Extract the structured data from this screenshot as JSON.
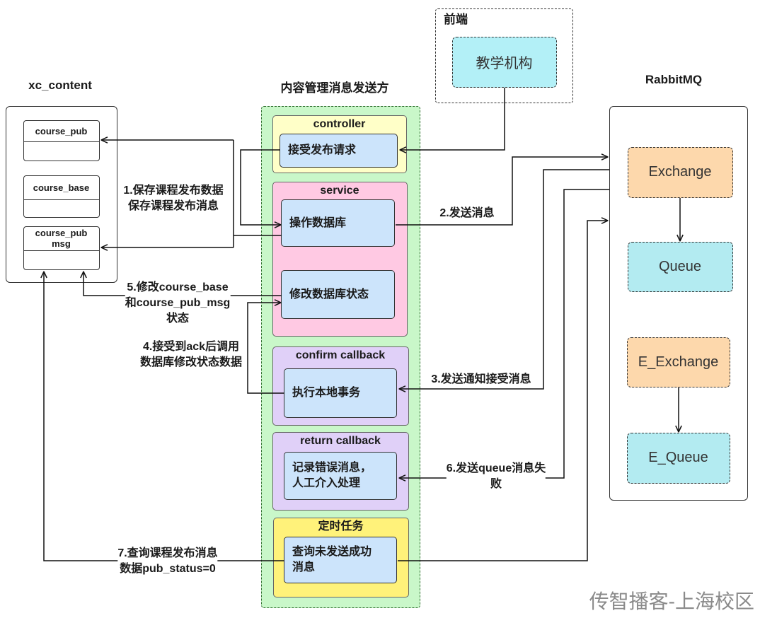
{
  "colors": {
    "sender_container": "#c9f7c9",
    "controller": "#ffffc8",
    "service": "#ffc9e3",
    "confirm_callback": "#e0d0f8",
    "return_callback": "#e0d0f8",
    "scheduled_task": "#fff27a",
    "step": "#cce4fb",
    "frontend_node": "#b3f0f7",
    "exchange": "#fdd8ac",
    "queue": "#b3ebf1"
  },
  "xc_content": {
    "title": "xc_content",
    "tables": {
      "course_pub": "course_pub",
      "course_base": "course_base",
      "course_pub_msg": "course_pub\nmsg"
    }
  },
  "sender": {
    "title": "内容管理消息发送方",
    "controller": {
      "label": "controller",
      "steps": [
        "接受发布请求"
      ]
    },
    "service": {
      "label": "service",
      "steps": [
        "操作数据库",
        "修改数据库状态"
      ]
    },
    "confirm_callback": {
      "label": "confirm callback",
      "steps": [
        "执行本地事务"
      ]
    },
    "return_callback": {
      "label": "return callback",
      "steps": [
        "记录错误消息，\n人工介入处理"
      ]
    },
    "scheduled_task": {
      "label": "定时任务",
      "steps": [
        "查询未发送成功\n消息"
      ]
    }
  },
  "frontend": {
    "label": "前端",
    "node": "教学机构"
  },
  "rabbitmq": {
    "title": "RabbitMQ",
    "nodes": {
      "exchange": "Exchange",
      "queue": "Queue",
      "e_exchange": "E_Exchange",
      "e_queue": "E_Queue"
    }
  },
  "flow_labels": [
    "1.保存课程发布数据\n保存课程发布消息",
    "2.发送消息",
    "3.发送通知接受消息",
    "4.接受到ack后调用\n数据库修改状态数据",
    "5.修改course_base\n和course_pub_msg\n状态",
    "6.发送queue消息失\n败",
    "7.查询课程发布消息\n数据pub_status=0"
  ],
  "watermark": "传智播客-上海校区"
}
